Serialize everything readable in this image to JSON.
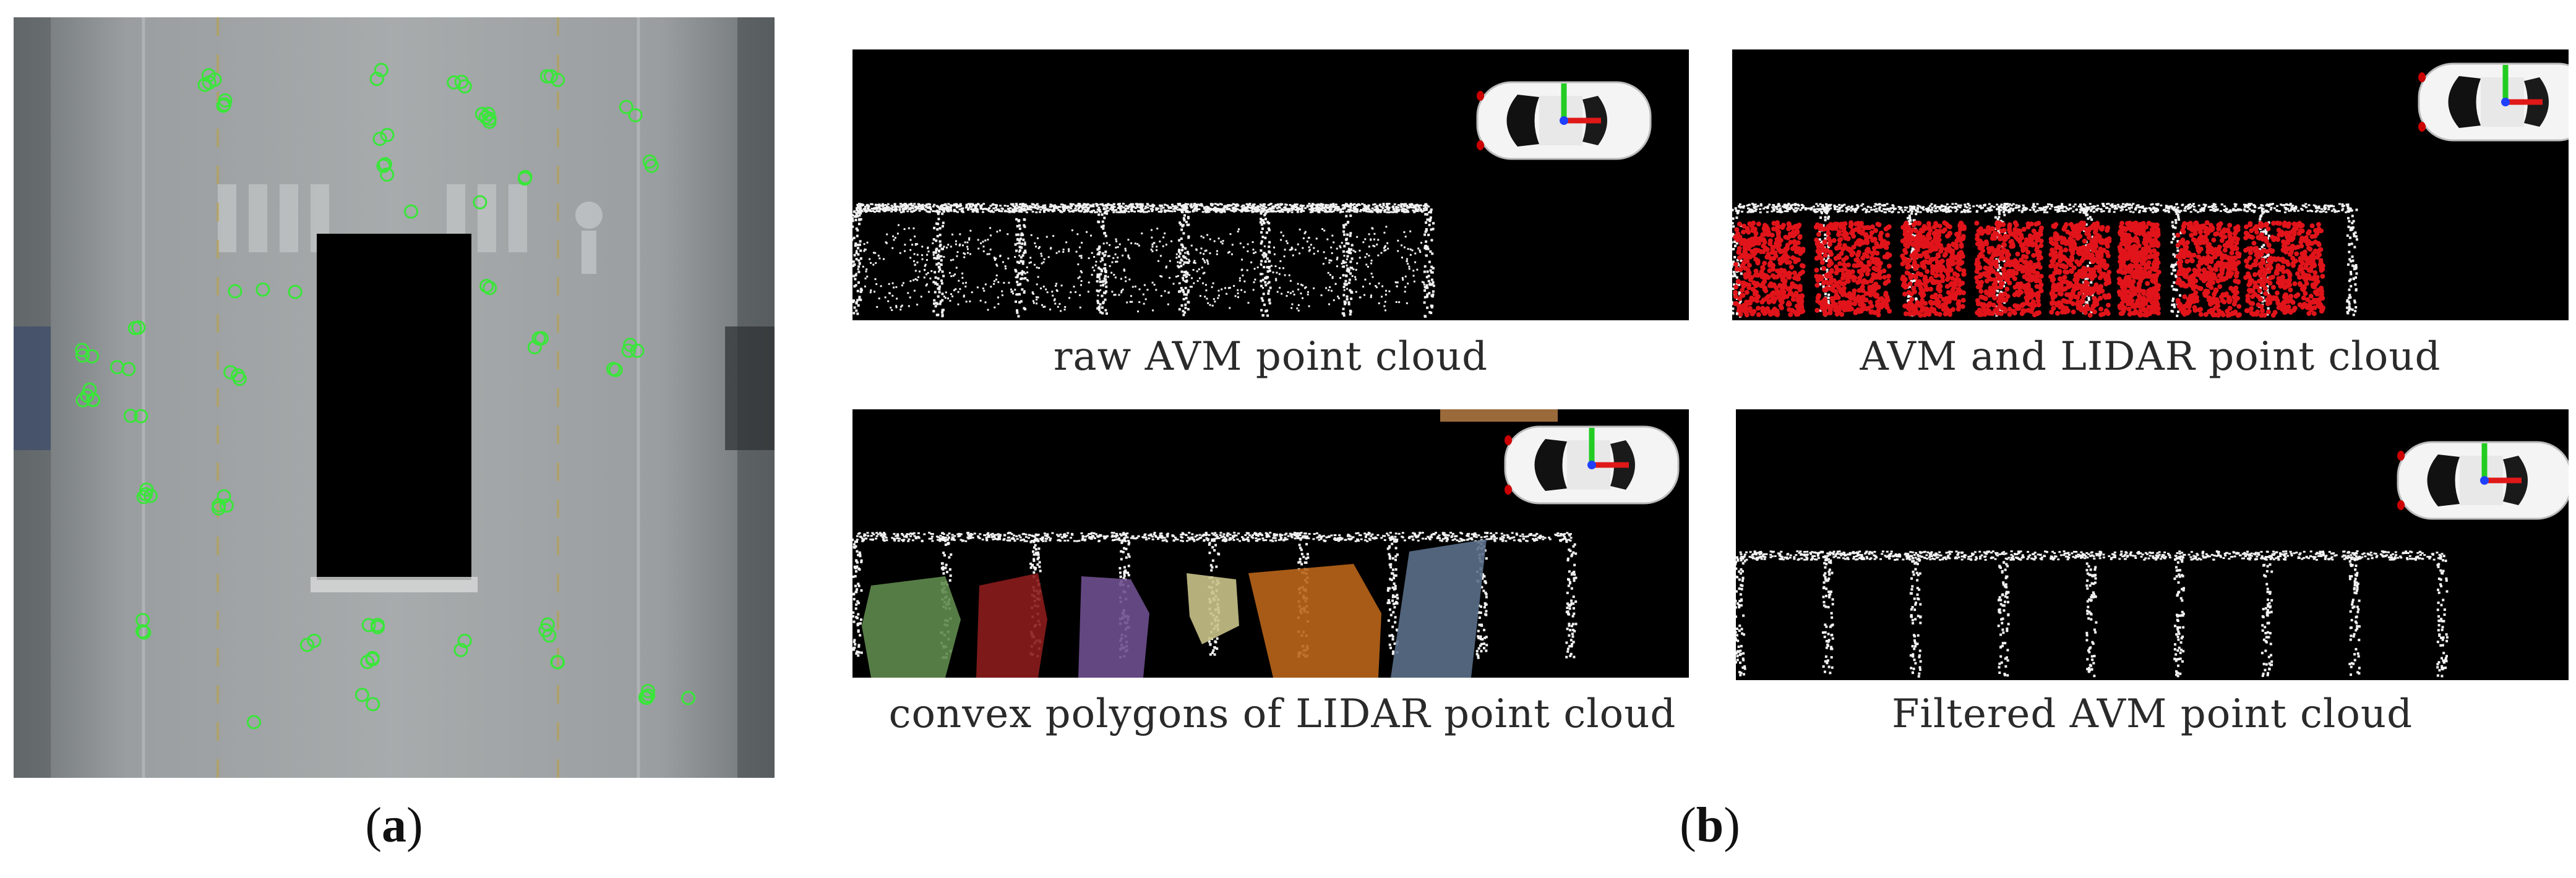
{
  "figure": {
    "panel_a_label": {
      "open": "(",
      "letter": "a",
      "close": ")"
    },
    "panel_b_label": {
      "open": "(",
      "letter": "b",
      "close": ")"
    },
    "subpanels": [
      {
        "caption": "raw AVM point cloud"
      },
      {
        "caption": "AVM and LIDAR point cloud"
      },
      {
        "caption": "convex polygons of LIDAR point cloud"
      },
      {
        "caption": "Filtered AVM point cloud"
      }
    ]
  },
  "colors": {
    "feature_point": "#39e639",
    "lidar_point": "#e0141a",
    "avm_point": "#f2f2f2",
    "background": "#000000",
    "polygon_green": "#5f8a4c",
    "polygon_red": "#8c1c1c",
    "polygon_purple": "#6e4f8f",
    "polygon_yellow": "#c9c28a",
    "polygon_orange": "#b9651a",
    "polygon_steel": "#5a6f8a",
    "axis_x": "#e01818",
    "axis_y": "#22cc22",
    "axis_z": "#2040ff"
  },
  "icons": {
    "vehicle": "car-top-view-icon",
    "feature_marker": "circle-marker-icon"
  }
}
